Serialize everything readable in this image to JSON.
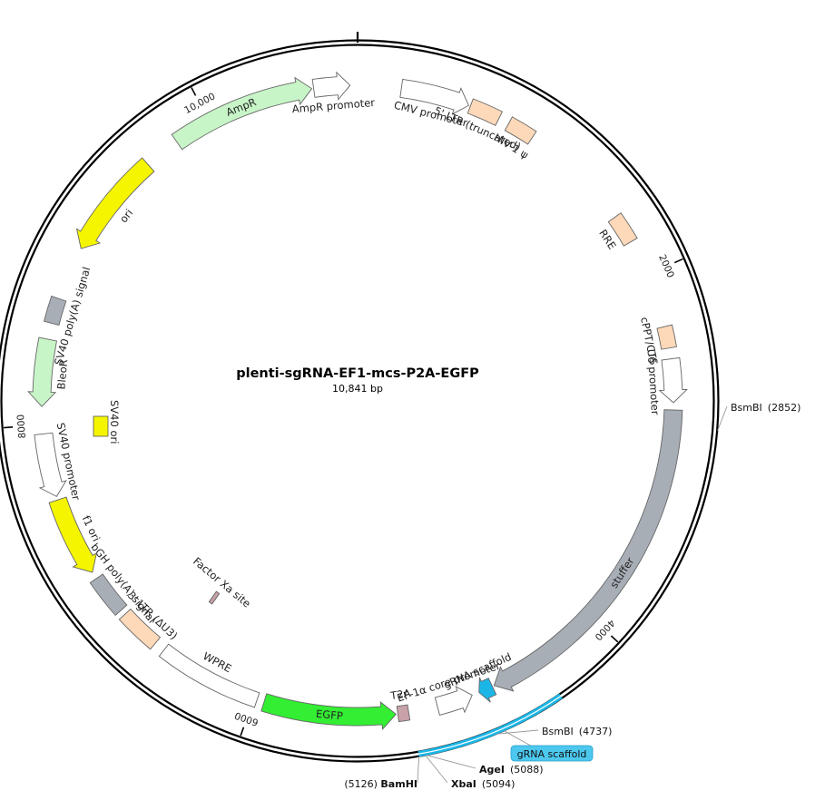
{
  "plasmid": {
    "name": "plenti-sgRNA-EF1-mcs-P2A-EGFP",
    "size_label": "10,841 bp",
    "length": 10841
  },
  "ticks": [
    {
      "bp": 2000,
      "label": "2000"
    },
    {
      "bp": 4000,
      "label": "4000"
    },
    {
      "bp": 6000,
      "label": "6000"
    },
    {
      "bp": 8000,
      "label": "8000"
    },
    {
      "bp": 10000,
      "label": "10,000"
    }
  ],
  "features": [
    {
      "id": "cmv",
      "label": "CMV promoter",
      "type": "promoter",
      "start": 240,
      "end": 620,
      "dir": 1,
      "color": "#ffffff",
      "text_color": "#222222"
    },
    {
      "id": "ltr5",
      "label": "5' LTR (truncated)",
      "type": "box",
      "start": 630,
      "end": 800,
      "dir": 0,
      "color": "#fdd9b9",
      "text_color": "#222222"
    },
    {
      "id": "psi",
      "label": "HIV-1 ψ",
      "type": "box",
      "start": 860,
      "end": 1010,
      "dir": 0,
      "color": "#fdd9b9",
      "text_color": "#222222"
    },
    {
      "id": "rre",
      "label": "RRE",
      "type": "box",
      "start": 1640,
      "end": 1800,
      "dir": 0,
      "color": "#fdd9b9",
      "text_color": "#222222"
    },
    {
      "id": "cppt",
      "label": "cPPT/CTS",
      "type": "box",
      "start": 2300,
      "end": 2420,
      "dir": 0,
      "color": "#fdd9b9",
      "text_color": "#222222"
    },
    {
      "id": "u6",
      "label": "U6 promoter",
      "type": "promoter",
      "start": 2480,
      "end": 2720,
      "dir": 1,
      "color": "#ffffff",
      "text_color": "#222222"
    },
    {
      "id": "stuffer",
      "label": "stuffer",
      "type": "arrow",
      "start": 2760,
      "end": 4650,
      "dir": 1,
      "color": "#a8aeb6",
      "text_color": "#222222"
    },
    {
      "id": "scaffold",
      "label": "gRNA scaffold",
      "type": "arrow",
      "start": 4660,
      "end": 4740,
      "dir": 1,
      "color": "#1cb6e6",
      "text_color": "#222222"
    },
    {
      "id": "ef1a",
      "label": "EF-1α core promoter",
      "type": "promoter",
      "start": 4780,
      "end": 4980,
      "dir": -1,
      "color": "#ffffff",
      "text_color": "#222222"
    },
    {
      "id": "t2a",
      "label": "T2A",
      "type": "box",
      "start": 5140,
      "end": 5200,
      "dir": 0,
      "color": "#c8a2a8",
      "text_color": "#222222"
    },
    {
      "id": "egfp",
      "label": "EGFP",
      "type": "arrow",
      "start": 5210,
      "end": 5940,
      "dir": -1,
      "color": "#33ee33",
      "text_color": "#222222"
    },
    {
      "id": "wpre",
      "label": "WPRE",
      "type": "box",
      "start": 5980,
      "end": 6560,
      "dir": 0,
      "color": "#ffffff",
      "text_color": "#222222"
    },
    {
      "id": "ltr3",
      "label": "3' LTR (ΔU3)",
      "type": "box",
      "start": 6620,
      "end": 6850,
      "dir": 0,
      "color": "#fdd9b9",
      "text_color": "#222222"
    },
    {
      "id": "bgh",
      "label": "bGH poly(A) signal",
      "type": "box",
      "start": 6880,
      "end": 7100,
      "dir": 0,
      "color": "#a8aeb6",
      "text_color": "#222222"
    },
    {
      "id": "f1",
      "label": "f1 ori",
      "type": "arrow",
      "start": 7140,
      "end": 7580,
      "dir": -1,
      "color": "#f5f500",
      "text_color": "#222222"
    },
    {
      "id": "sv40p",
      "label": "SV40 promoter",
      "type": "promoter",
      "start": 7600,
      "end": 7950,
      "dir": -1,
      "color": "#ffffff",
      "text_color": "#222222"
    },
    {
      "id": "bleor",
      "label": "BleoR",
      "type": "arrow",
      "start": 8100,
      "end": 8470,
      "dir": -1,
      "color": "#c8f5c8",
      "text_color": "#222222"
    },
    {
      "id": "sv40pa",
      "label": "SV40 poly(A) signal",
      "type": "box",
      "start": 8560,
      "end": 8700,
      "dir": 0,
      "color": "#a8aeb6",
      "text_color": "#222222"
    },
    {
      "id": "ori",
      "label": "ori",
      "type": "arrow",
      "start": 9000,
      "end": 9590,
      "dir": -1,
      "color": "#f5f500",
      "text_color": "#222222"
    },
    {
      "id": "ampr",
      "label": "AmpR",
      "type": "arrow",
      "start": 9790,
      "end": 10590,
      "dir": 1,
      "color": "#c8f5c8",
      "text_color": "#222222"
    },
    {
      "id": "amprp",
      "label": "AmpR promoter",
      "type": "promoter",
      "start": 10600,
      "end": 10800,
      "dir": 1,
      "color": "#ffffff",
      "text_color": "#222222"
    }
  ],
  "inner_features": [
    {
      "id": "sv40ori",
      "label": "SV40 ori",
      "color": "#f5f500"
    },
    {
      "id": "fxa",
      "label": "Factor Xa site",
      "color": "#c8a2a8"
    }
  ],
  "enzymes": [
    {
      "id": "bsmbi1",
      "name": "BsmBI",
      "pos_label": "(2852)",
      "bp": 2852,
      "bold": false
    },
    {
      "id": "bsmbi2",
      "name": "BsmBI",
      "pos_label": "(4737)",
      "bp": 4737,
      "bold": false
    },
    {
      "id": "agei",
      "name": "AgeI",
      "pos_label": "(5088)",
      "bp": 5088,
      "bold": true
    },
    {
      "id": "xbai",
      "name": "XbaI",
      "pos_label": "(5094)",
      "bp": 5094,
      "bold": true
    },
    {
      "id": "bamhi",
      "name": "BamHI",
      "pos_label": "(5126)",
      "bp": 5126,
      "bold": true
    }
  ],
  "highlight_region": {
    "start": 4380,
    "end": 5126,
    "color": "#1cb6e6"
  },
  "scaffold_badge": {
    "label": "gRNA scaffold",
    "color": "#4cc8ee"
  }
}
